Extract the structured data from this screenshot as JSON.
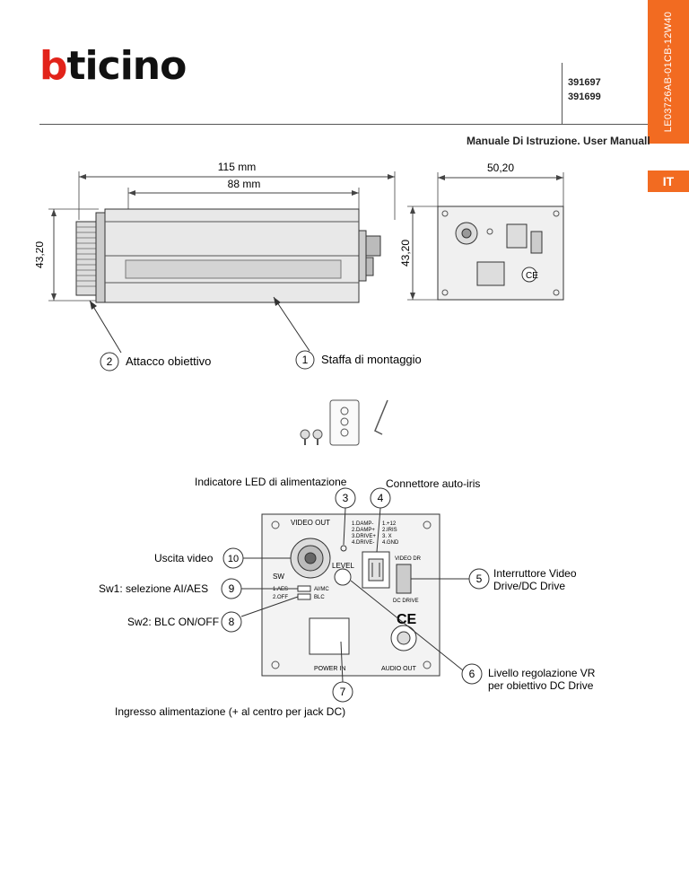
{
  "header": {
    "brand": "bticino",
    "product_codes": [
      "391697",
      "391699"
    ],
    "doc_code": "LE03726AB-01CB-12W40",
    "manual_title": "Manuale Di Istruzione. User Manuall",
    "language_badge": "IT"
  },
  "dimensions": {
    "total_length": "115 mm",
    "body_length": "88 mm",
    "height_side": "43,20",
    "width_rear": "50,20",
    "height_rear": "43,20"
  },
  "top_callouts": [
    {
      "number": "2",
      "label": "Attacco obiettivo"
    },
    {
      "number": "1",
      "label": "Staffa di montaggio"
    }
  ],
  "panel": {
    "video_out": "VIDEO OUT",
    "level": "LEVEL",
    "sw": "SW",
    "sw_line1": "1.AES",
    "sw_line2": "2.OFF",
    "sw_opt1": "AI/MC",
    "sw_opt2": "BLC",
    "pins_left": [
      "1.DAMP-",
      "2.DAMP+",
      "3.DRIVE+",
      "4.DRIVE-"
    ],
    "pins_right": [
      "1.+12",
      "2.IRIS",
      "3. X",
      "4.GND"
    ],
    "video_dr": "VIDEO DR",
    "dc_drive": "DC DRIVE",
    "power_in": "POWER IN",
    "audio_out": "AUDIO OUT",
    "ce": "CE"
  },
  "callouts": [
    {
      "number": "3",
      "label": "Indicatore LED di alimentazione"
    },
    {
      "number": "4",
      "label": "Connettore auto-iris"
    },
    {
      "number": "10",
      "label": "Uscita video"
    },
    {
      "number": "9",
      "label": "Sw1: selezione AI/AES"
    },
    {
      "number": "8",
      "label": "Sw2: BLC ON/OFF"
    },
    {
      "number": "5",
      "label_line1": "Interruttore Video",
      "label_line2": "Drive/DC Drive"
    },
    {
      "number": "6",
      "label_line1": "Livello regolazione VR",
      "label_line2": "per obiettivo DC Drive"
    },
    {
      "number": "7",
      "label": "Ingresso alimentazione (+ al centro per jack DC)"
    }
  ]
}
